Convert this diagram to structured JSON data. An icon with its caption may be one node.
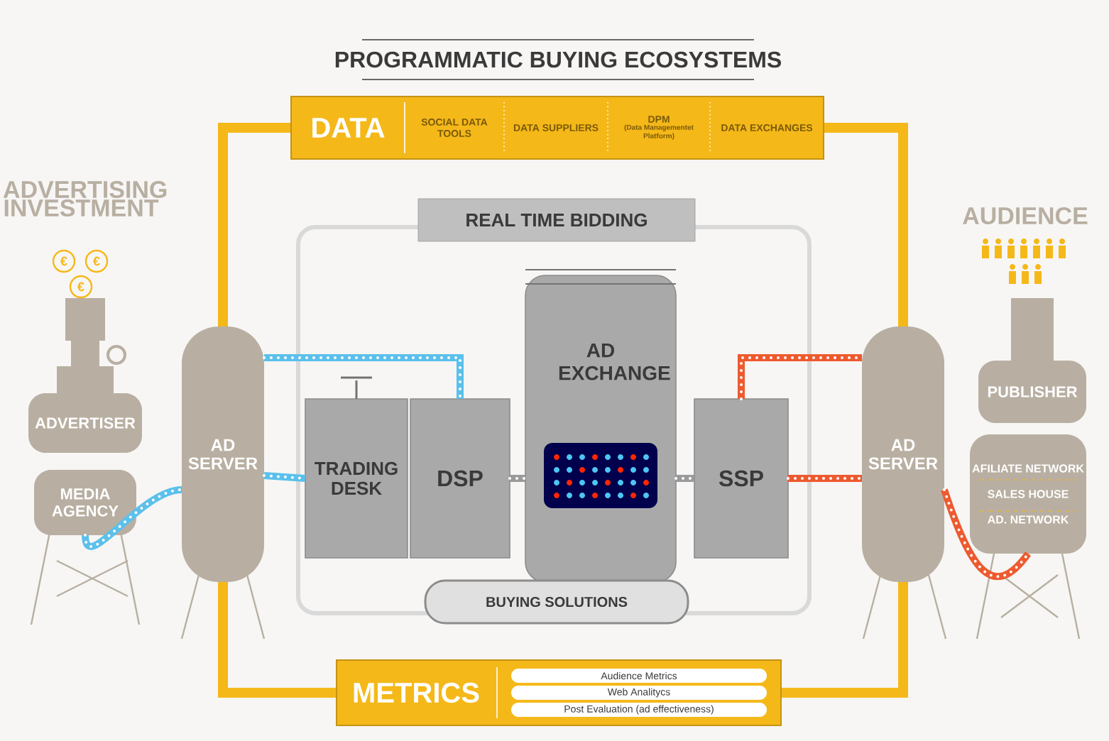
{
  "diagram": {
    "title": "PROGRAMMATIC BUYING ECOSYSTEMS",
    "nodes": [
      {
        "text": [
          "DATA"
        ]
      },
      {
        "text": [
          "SOCIAL DATA TOOLS"
        ],
        "in": 0
      },
      {
        "text": [
          "DATA SUPPLIERS"
        ],
        "in": 0
      },
      {
        "text": [
          "DPM",
          "(Data Managementet Platform)"
        ],
        "in": 0
      },
      {
        "text": [
          "DATA EXCHANGES"
        ],
        "in": 0
      },
      {
        "text": [
          "REAL TIME BIDDING"
        ]
      },
      {
        "text": [
          "TRADING DESK"
        ],
        "in": 5
      },
      {
        "text": [
          "DSP"
        ],
        "in": 5
      },
      {
        "text": [
          "AD EXCHANGE"
        ],
        "in": 5
      },
      {
        "text": [
          "SSP"
        ],
        "in": 5
      },
      {
        "text": [
          "BUYING SOLUTIONS"
        ],
        "in": 5
      },
      {
        "text": [
          "ADVERTISER"
        ]
      },
      {
        "text": [
          "MEDIA AGENCY"
        ]
      },
      {
        "text": [
          "AD SERVER"
        ]
      },
      {
        "text": [
          "AD SERVER"
        ]
      },
      {
        "text": [
          "PUBLISHER"
        ]
      },
      {
        "text": [
          "AFILIATE NETWORK",
          "SALES HOUSE",
          "AD. NETWORK"
        ]
      },
      {
        "text": [
          "METRICS"
        ]
      },
      {
        "text": [
          "Audience Metrics"
        ],
        "in": 17
      },
      {
        "text": [
          "Web Analitycs"
        ],
        "in": 17
      },
      {
        "text": [
          "Post Evaluation (ad effectiveness)"
        ],
        "in": 17
      }
    ],
    "edges": [
      {
        "from": 0,
        "to": 13,
        "arrow": "none",
        "color": "#f5b819"
      },
      {
        "from": 0,
        "to": 14,
        "arrow": "none",
        "color": "#f5b819"
      },
      {
        "from": 17,
        "to": 13,
        "arrow": "none",
        "color": "#f5b819"
      },
      {
        "from": 17,
        "to": 14,
        "arrow": "none",
        "color": "#f5b819"
      },
      {
        "from": 12,
        "to": 13,
        "arrow": "none",
        "color": "#5bc0eb"
      },
      {
        "from": 13,
        "to": 7,
        "arrow": "none",
        "color": "#5bc0eb"
      },
      {
        "from": 13,
        "to": 6,
        "arrow": "none",
        "color": "#5bc0eb"
      },
      {
        "from": 7,
        "to": 8,
        "arrow": "none",
        "color": "#9a9a9a"
      },
      {
        "from": 8,
        "to": 9,
        "arrow": "none",
        "color": "#9a9a9a"
      },
      {
        "from": 9,
        "to": 14,
        "arrow": "none",
        "color": "#ee5a2f"
      },
      {
        "from": 9,
        "to": 14,
        "arrow": "none",
        "color": "#ee5a2f"
      },
      {
        "from": 14,
        "to": 16,
        "arrow": "none",
        "color": "#ee5a2f"
      }
    ],
    "labels": [
      "ADVERTISING INVESTMENT",
      "€",
      "€",
      "€",
      "AUDIENCE"
    ]
  }
}
